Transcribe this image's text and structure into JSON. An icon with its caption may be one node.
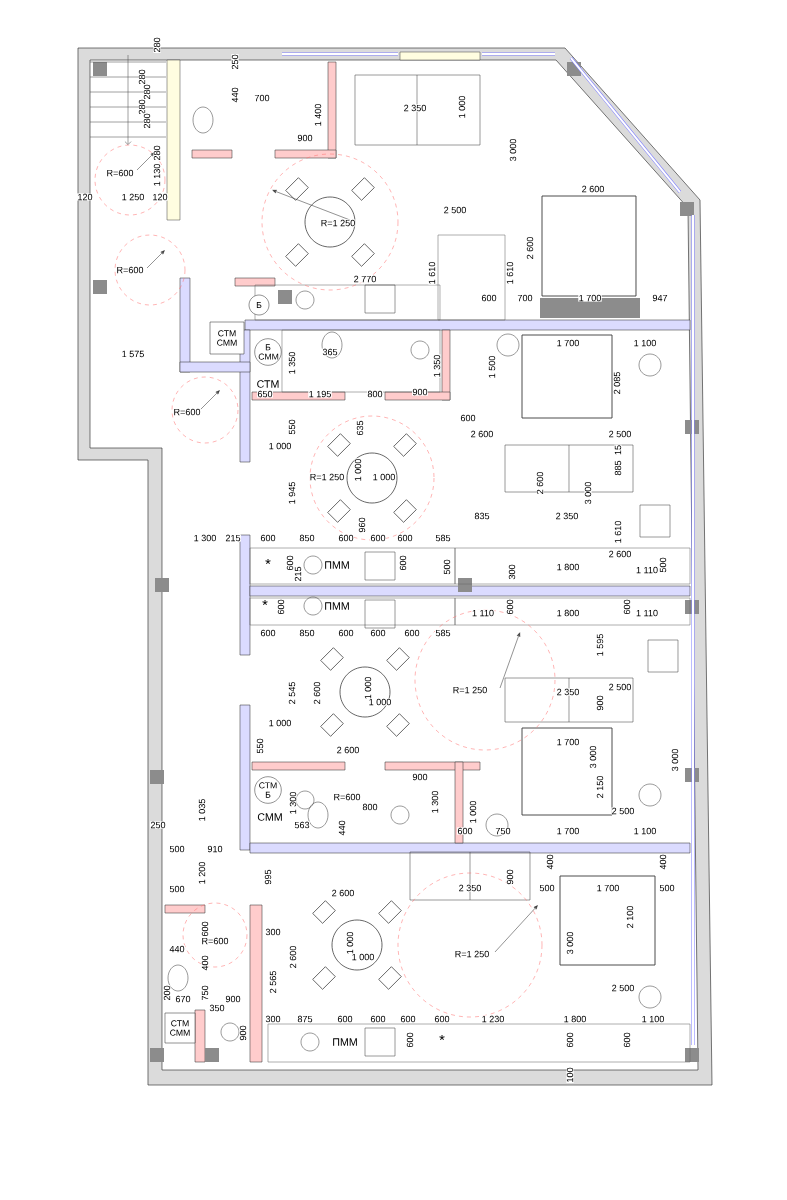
{
  "diagram": {
    "nodes": [
      {
        "text": [
          "СТМ СММ"
        ]
      },
      {
        "text": [
          "Б"
        ]
      },
      {
        "text": [
          "Б СММ"
        ]
      },
      {
        "text": [
          "СТМ Б"
        ]
      },
      {
        "text": [
          "СТМ СММ"
        ]
      }
    ],
    "labels": [
      "280",
      "280",
      "280",
      "280",
      "280",
      "250",
      "440",
      "700",
      "1 400",
      "900",
      "2 350",
      "1 000",
      "3 000",
      "280",
      "1 130",
      "R=600",
      "120",
      "1 250",
      "120",
      "R=1 250",
      "2 600",
      "2 500",
      "2 600",
      "R=600",
      "1 610",
      "1 610",
      "2 770",
      "600",
      "700",
      "1 700",
      "947",
      "1 700",
      "1 100",
      "1 575",
      "365",
      "1 350",
      "1 350",
      "1 500",
      "2 085",
      "СТМ",
      "650",
      "1 195",
      "800",
      "900",
      "R=600",
      "600",
      "550",
      "635",
      "2 600",
      "2 500",
      "1 000",
      "15",
      "885",
      "1 000",
      "R=1 250",
      "1 000",
      "1 945",
      "2 600",
      "3 000",
      "835",
      "2 350",
      "960",
      "1 610",
      "1 300",
      "215",
      "600",
      "850",
      "600",
      "600",
      "600",
      "585",
      "2 600",
      "*",
      "600",
      "215",
      "ПММ",
      "600",
      "500",
      "300",
      "1 800",
      "1 110",
      "500",
      "*",
      "600",
      "ПММ",
      "1 110",
      "600",
      "1 800",
      "600",
      "1 110",
      "600",
      "850",
      "600",
      "600",
      "600",
      "585",
      "1 595",
      "R=1 250",
      "2 350",
      "2 500",
      "2 545",
      "2 600",
      "1 000",
      "1 000",
      "900",
      "1 000",
      "1 700",
      "550",
      "2 600",
      "3 000",
      "3 000",
      "900",
      "2 150",
      "R=600",
      "1 300",
      "1 300",
      "800",
      "1 035",
      "1 000",
      "2 500",
      "СММ",
      "250",
      "563",
      "440",
      "600",
      "750",
      "1 700",
      "1 100",
      "500",
      "910",
      "400",
      "400",
      "1 200",
      "995",
      "900",
      "500",
      "2 350",
      "500",
      "1 700",
      "500",
      "2 600",
      "2 100",
      "600",
      "R=600",
      "300",
      "1 000",
      "3 000",
      "440",
      "R=1 250",
      "2 600",
      "1 000",
      "400",
      "2 565",
      "2 500",
      "200",
      "750",
      "670",
      "900",
      "350",
      "300",
      "875",
      "600",
      "600",
      "600",
      "600",
      "1 230",
      "1 800",
      "1 100",
      "900",
      "ПММ",
      "600",
      "*",
      "600",
      "600",
      "100"
    ]
  }
}
